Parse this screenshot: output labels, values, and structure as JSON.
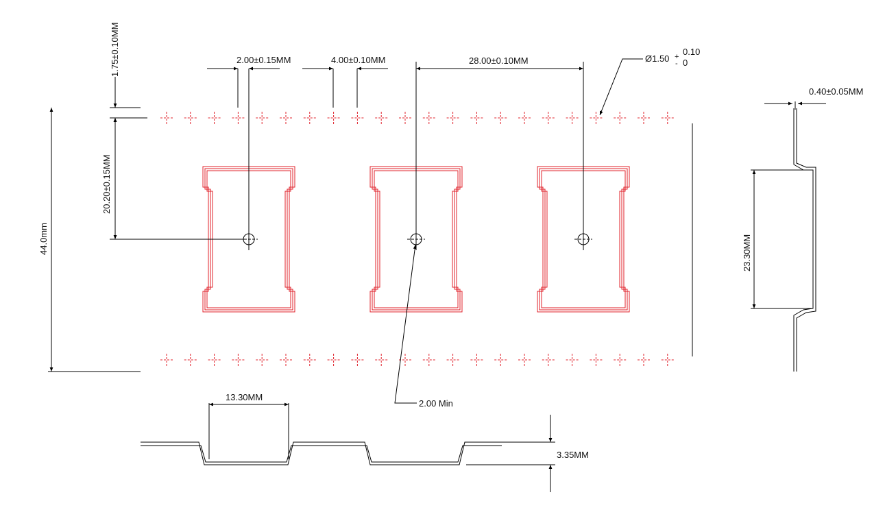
{
  "dimensions": {
    "pitch_top_offset": "1.75±0.10MM",
    "hole_to_pocket": "2.00±0.15MM",
    "sprocket_pitch": "4.00±0.10MM",
    "pocket_pitch": "28.00±0.10MM",
    "hole_diameter": "Ø1.50",
    "hole_tol_plus": "+",
    "hole_tol_minus": "-",
    "hole_tol_upper": "0.10",
    "hole_tol_lower": "0",
    "tape_thickness": "0.40±0.05MM",
    "pocket_offset": "20.20±0.15MM",
    "tape_width": "44.0mm",
    "pocket_length": "23.30MM",
    "pocket_width": "13.30MM",
    "center_hole": "2.00 Min",
    "pocket_depth": "3.35MM"
  },
  "colors": {
    "outline": "#000000",
    "pocket": "#e0202a"
  }
}
